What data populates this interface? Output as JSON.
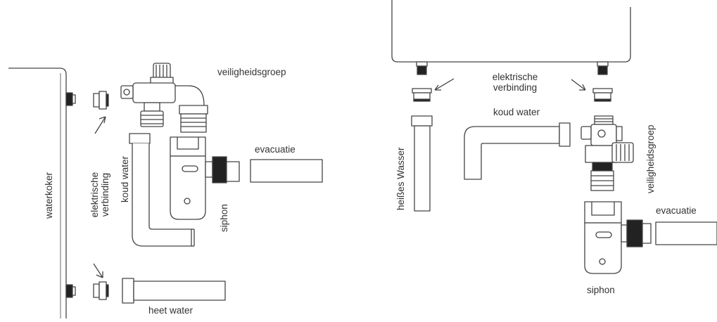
{
  "left": {
    "boiler_label": "waterkoker",
    "safety_group_label": "veiligheidsgroep",
    "electric_connection_label_line1": "elektrische",
    "electric_connection_label_line2": "verbinding",
    "cold_water_label": "koud water",
    "siphon_label": "siphon",
    "drain_label": "evacuatie",
    "hot_water_label": "heet water"
  },
  "right": {
    "electric_connection_label_line1": "elektrische",
    "electric_connection_label_line2": "verbinding",
    "cold_water_label": "koud water",
    "hot_water_label": "heißes Wasser",
    "safety_group_label": "veiligheidsgroep",
    "drain_label": "evacuatie",
    "siphon_label": "siphon"
  }
}
